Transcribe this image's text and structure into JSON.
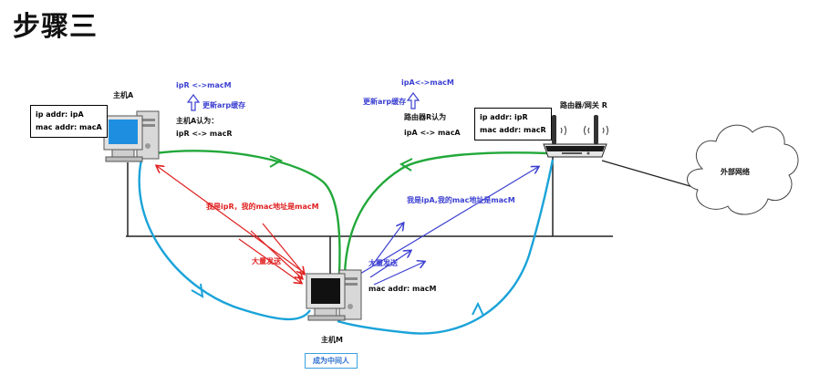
{
  "title": "步骤三",
  "host_a": {
    "name": "主机A",
    "ip_line": "ip addr:   ipA",
    "mac_line": "mac addr:  macA",
    "belief_title": "主机A认为：",
    "belief_value": "ipR <-> macR",
    "cache_after": "ipR <->macM",
    "update_label": "更新arp缓存"
  },
  "router": {
    "name": "路由器/网关 R",
    "ip_line": "ip addr:  ipR",
    "mac_line": "mac addr:  macR",
    "belief_title": "路由器R认为",
    "belief_value": "ipA <-> macA",
    "cache_after": "ipA<->macM",
    "update_label": "更新arp缓存"
  },
  "host_m": {
    "name": "主机M",
    "mac_line": "mac addr:  macM",
    "role": "成为中间人"
  },
  "messages": {
    "to_a": "我是ipR，我的mac地址是macM",
    "to_router": "我是ipA,我的mac地址是macM",
    "flood_a": "大量发送",
    "flood_router": "大量发送"
  },
  "cloud": {
    "label": "外部网络"
  },
  "colors": {
    "green": "#22a83a",
    "cyan": "#1aa3d9",
    "red": "#e02020",
    "blue": "#3b3fd1",
    "network": "#222222"
  }
}
